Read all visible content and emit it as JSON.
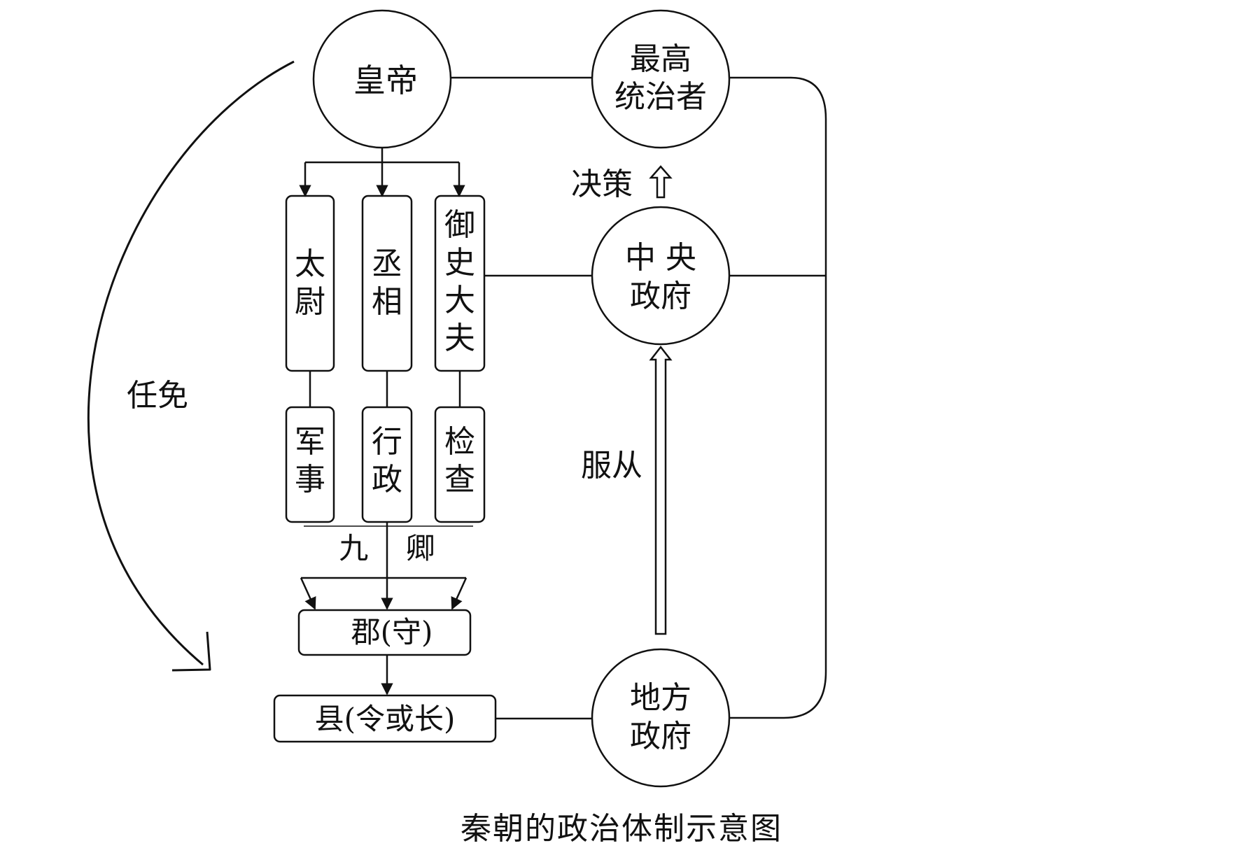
{
  "nodes": {
    "emperor": "皇帝",
    "supreme_ruler_1": "最高",
    "supreme_ruler_2": "统治者",
    "central_gov_1": "中 央",
    "central_gov_2": "政府",
    "local_gov_1": "地方",
    "local_gov_2": "政府",
    "taiwei": [
      "太",
      "尉"
    ],
    "chengxiang": [
      "丞",
      "相"
    ],
    "yushi": [
      "御",
      "史",
      "大",
      "夫"
    ],
    "military": [
      "军",
      "事"
    ],
    "administration": [
      "行",
      "政"
    ],
    "inspection": [
      "检",
      "查"
    ],
    "jiuqing": "九    卿",
    "commandery": "郡(守)",
    "county": "县(令或长)"
  },
  "edges": {
    "appoint_dismiss": "任免",
    "decision": "决策",
    "obey": "服从"
  },
  "caption": "秦朝的政治体制示意图"
}
